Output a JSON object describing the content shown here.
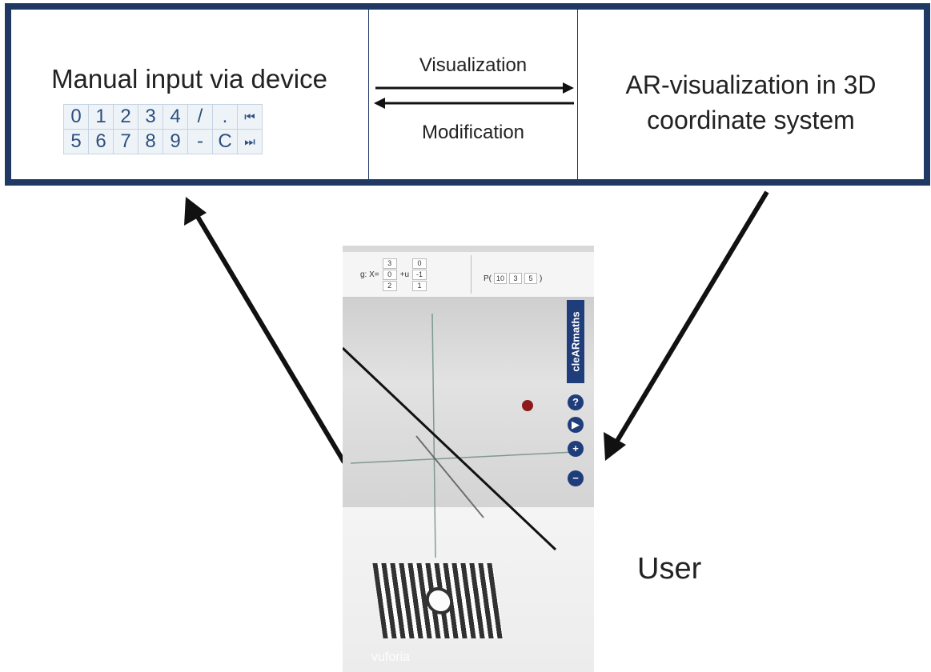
{
  "banner": {
    "left_title": "Manual input via device",
    "keypad_row1": [
      "0",
      "1",
      "2",
      "3",
      "4",
      "/",
      ".",
      "⏮"
    ],
    "keypad_row2": [
      "5",
      "6",
      "7",
      "8",
      "9",
      "-",
      "C",
      "⏭"
    ],
    "arrow_top_label": "Visualization",
    "arrow_bottom_label": "Modification",
    "right_title_line1": "AR-visualization in 3D",
    "right_title_line2": "coordinate system"
  },
  "phone": {
    "equation_prefix": "g: X=",
    "vec1": [
      "3",
      "0",
      "2"
    ],
    "vec_join": "+u",
    "vec2": [
      "0",
      "-1",
      "1"
    ],
    "point_label": "P(",
    "point_values": [
      "10",
      "3",
      "5"
    ],
    "point_close": ")",
    "brand": "cleARmaths",
    "controls": [
      "?",
      "▶",
      "+",
      "−"
    ],
    "watermark": "vuforia"
  },
  "user_label": "User",
  "colors": {
    "border": "#1f3864",
    "accent": "#1f3d7a",
    "point": "#8b1a1a"
  }
}
